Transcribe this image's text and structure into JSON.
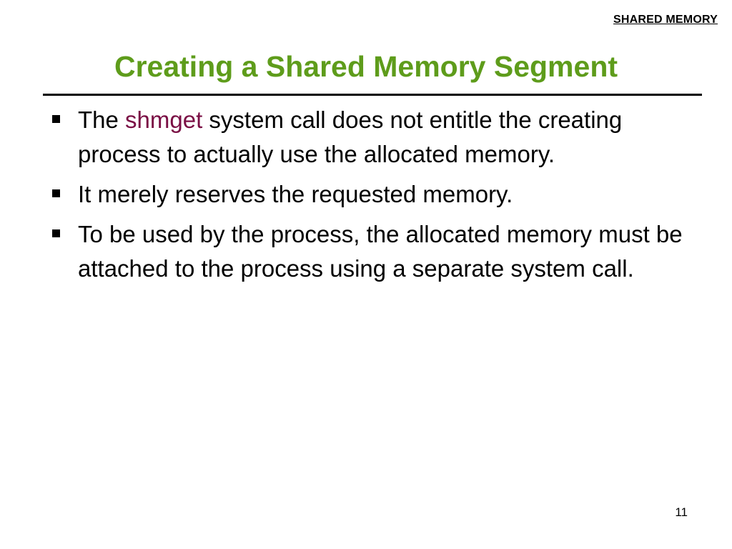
{
  "header": {
    "tag": "SHARED MEMORY"
  },
  "slide": {
    "title": "Creating a Shared Memory Segment",
    "bullets": [
      {
        "before": "The ",
        "keyword": "shmget",
        "after": " system call does not entitle the creating process to actually use the allocated memory."
      },
      {
        "text": "It merely reserves the requested memory."
      },
      {
        "text": "To be used by the process, the allocated memory must be attached to the process using a separate system call."
      }
    ],
    "page_number": "11"
  },
  "colors": {
    "title": "#5e9c1b",
    "keyword": "#7a0e44",
    "text": "#000000"
  }
}
